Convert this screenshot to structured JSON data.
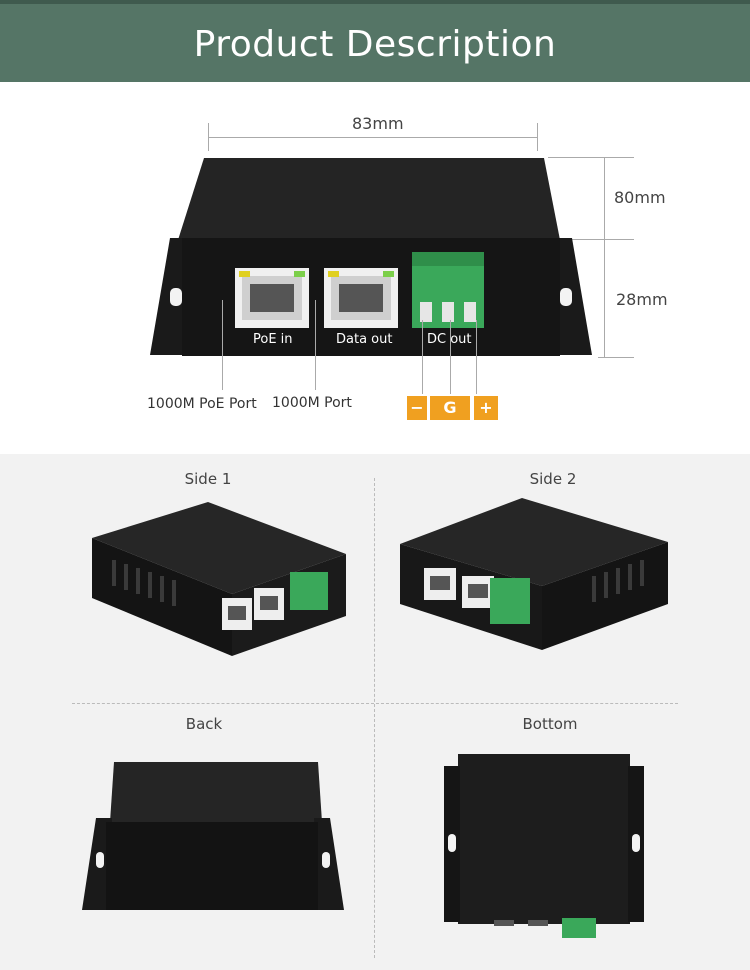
{
  "header": {
    "title": "Product Description"
  },
  "dimensions": {
    "width": "83mm",
    "depth": "80mm",
    "height": "28mm"
  },
  "front": {
    "port_poe_in": "PoE in",
    "port_data_out": "Data out",
    "port_dc_out": "DC out"
  },
  "callouts": {
    "poe_port": "1000M PoE Port",
    "data_port": "1000M Port"
  },
  "terminals": {
    "minus": "−",
    "ground": "G",
    "plus": "+"
  },
  "views": {
    "side1": "Side 1",
    "side2": "Side 2",
    "back": "Back",
    "bottom": "Bottom"
  },
  "colors": {
    "header": "#557566",
    "tag": "#f0a020",
    "device": "#1c1c1c",
    "terminal": "#3aa85a"
  }
}
